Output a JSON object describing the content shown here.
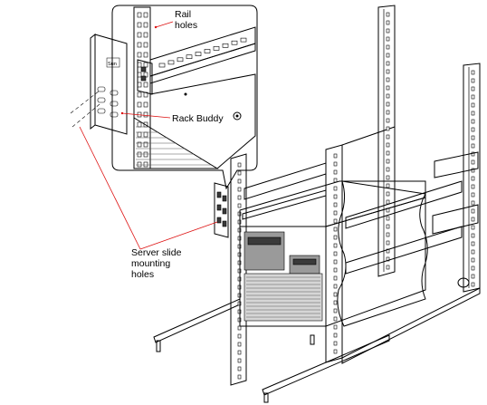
{
  "callouts": {
    "rail_holes": "Rail\nholes",
    "rack_buddy": "Rack Buddy",
    "server_slide_holes": "Server slide\nmounting\nholes"
  },
  "colors": {
    "leader_line": "#dd1111",
    "line_art": "#000000",
    "background": "#ffffff"
  },
  "bracket_logo": "Sun"
}
